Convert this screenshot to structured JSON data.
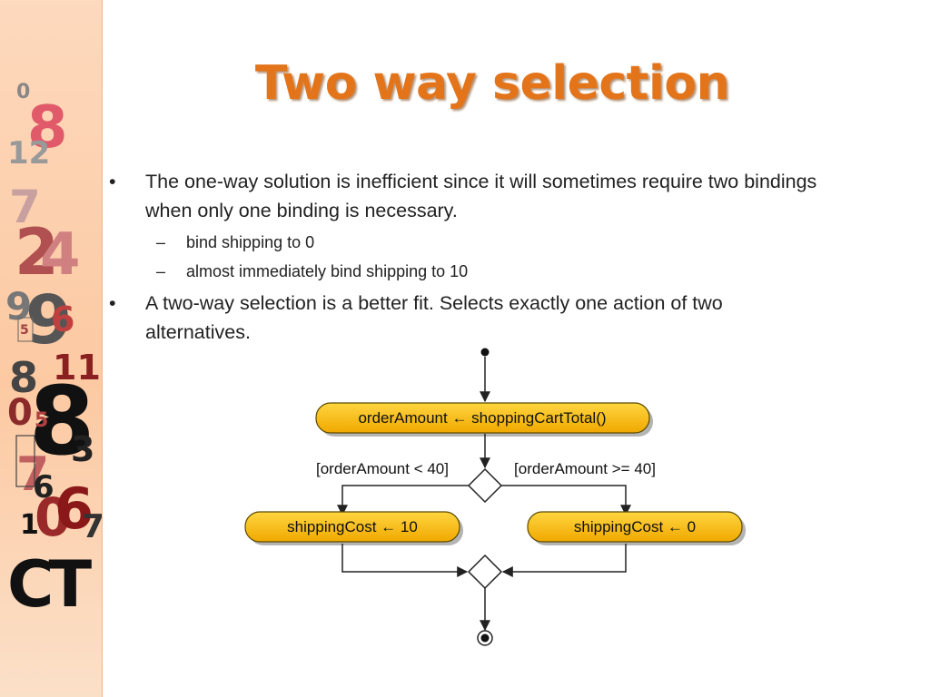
{
  "slide": {
    "title": "Two way selection",
    "bullets": [
      {
        "mark": "•",
        "text": "The one-way solution is inefficient since it will sometimes require two bindings when only one binding is necessary.",
        "subs": [
          {
            "mark": "–",
            "text": "bind shipping to 0"
          },
          {
            "mark": "–",
            "text": "almost immediately bind shipping to 10"
          }
        ]
      },
      {
        "mark": "•",
        "text": "A two-way selection is a better fit.  Selects exactly one action of two alternatives."
      }
    ]
  },
  "sidebar": {
    "decor": [
      "0",
      "8",
      "12",
      "7",
      "2",
      "4",
      "9",
      "9",
      "6",
      "5",
      "11",
      "8",
      "8",
      "0",
      "5",
      "3",
      "7",
      "6",
      "0",
      "6",
      "7",
      "1",
      "CT"
    ]
  },
  "diagram": {
    "start_action": "orderAmount ← shoppingCartTotal()",
    "guard_left": "[orderAmount < 40]",
    "guard_right": "[orderAmount >= 40]",
    "action_left": "shippingCost ← 10",
    "action_right": "shippingCost ← 0",
    "colors": {
      "action_fill": "#f7b800",
      "action_stroke": "#5a4a00",
      "line": "#222222"
    }
  }
}
